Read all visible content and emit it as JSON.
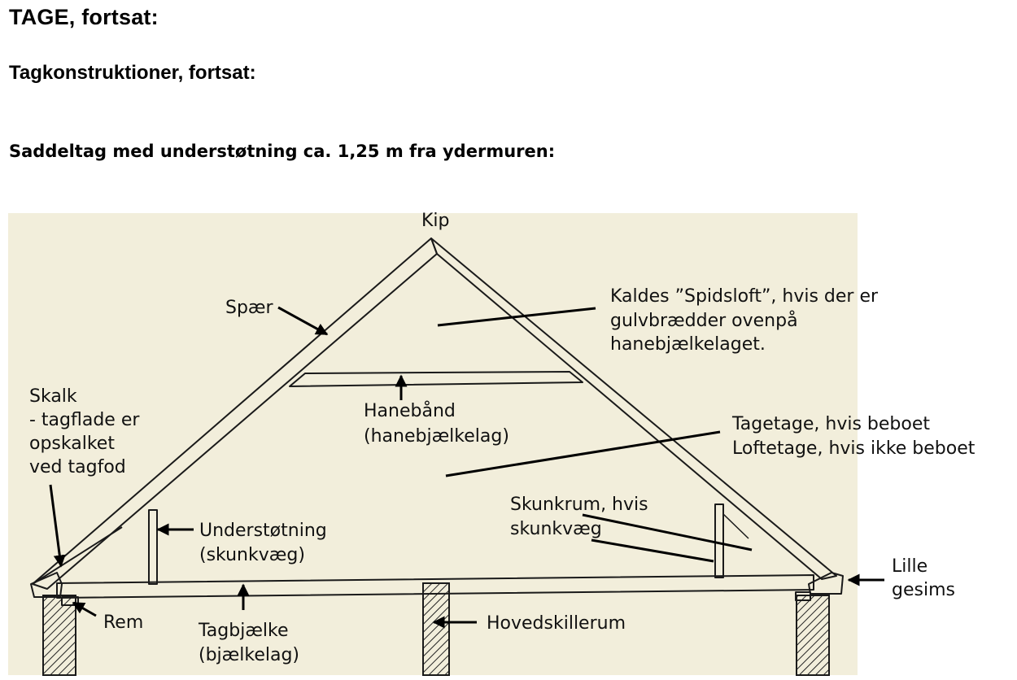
{
  "heading": {
    "title": "TAGE, fortsat:",
    "subtitle": "Tagkonstruktioner, fortsat:",
    "section": "Saddeltag med understøtning ca. 1,25 m fra ydermuren:"
  },
  "labels": {
    "kip": "Kip",
    "spaer": "Spær",
    "spidsloft": [
      "Kaldes ”Spidsloft”, hvis der er",
      "gulvbrædder ovenpå",
      "hanebjælkelaget."
    ],
    "skalk": [
      "Skalk",
      "- tagflade er",
      "opskalket",
      "ved tagfod"
    ],
    "hanebaand": [
      "Hanebånd",
      "(hanebjælkelag)"
    ],
    "tagetage": [
      "Tagetage, hvis beboet",
      "Loftetage, hvis ikke beboet"
    ],
    "skunkrum": [
      "Skunkrum, hvis",
      "skunkvæg"
    ],
    "understotning": [
      "Understøtning",
      "(skunkvæg)"
    ],
    "lille_gesims": [
      "Lille",
      "gesims"
    ],
    "rem": "Rem",
    "tagbjaelke": [
      "Tagbjælke",
      "(bjælkelag)"
    ],
    "hovedskillerum": "Hovedskillerum"
  },
  "colors": {
    "paper": "#f2eedb",
    "ink": "#1a1a1a"
  }
}
